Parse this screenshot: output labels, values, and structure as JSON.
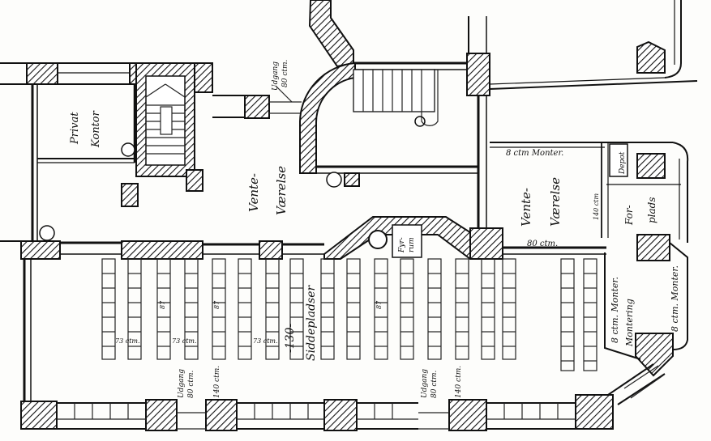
{
  "labels": {
    "privat_kontor_1": "Privat",
    "privat_kontor_2": "Kontor",
    "vente_1a": "Vente-",
    "vente_1b": "Værelse",
    "vente_2a": "Vente-",
    "vente_2b": "Værelse",
    "udgang_top_a": "Udgang",
    "udgang_top_b": "80 ctm.",
    "monter_top": "8 ctm Monter.",
    "depot": "Depot",
    "forplads_a": "For-",
    "forplads_b": "plads",
    "dim_140": "140 ctm",
    "dim_80": "80 ctm.",
    "dim_fyr": "Fyr-",
    "dim_fyr_b": "rum",
    "sidde_a": "-130-",
    "sidde_b": "Siddepladser",
    "dim_73_1": "73 ctm.",
    "dim_73_2": "73 ctm.",
    "dim_73_3": "73 ctm.",
    "dim_87_1": "87",
    "dim_87_2": "87",
    "dim_87_3": "87",
    "udgang_bottom_1a": "Udgang",
    "udgang_bottom_1b": "80 ctm.",
    "udgang_bottom_2a": "Udgang",
    "udgang_bottom_2b": "80 ctm.",
    "dim_140_b1": "140 ctm.",
    "dim_140_b2": "140 ctm.",
    "monter_right_a": "8 ctm. Monter.",
    "monter_right_b": "Montering",
    "monter_far_right": "8 ctm. Monter."
  }
}
